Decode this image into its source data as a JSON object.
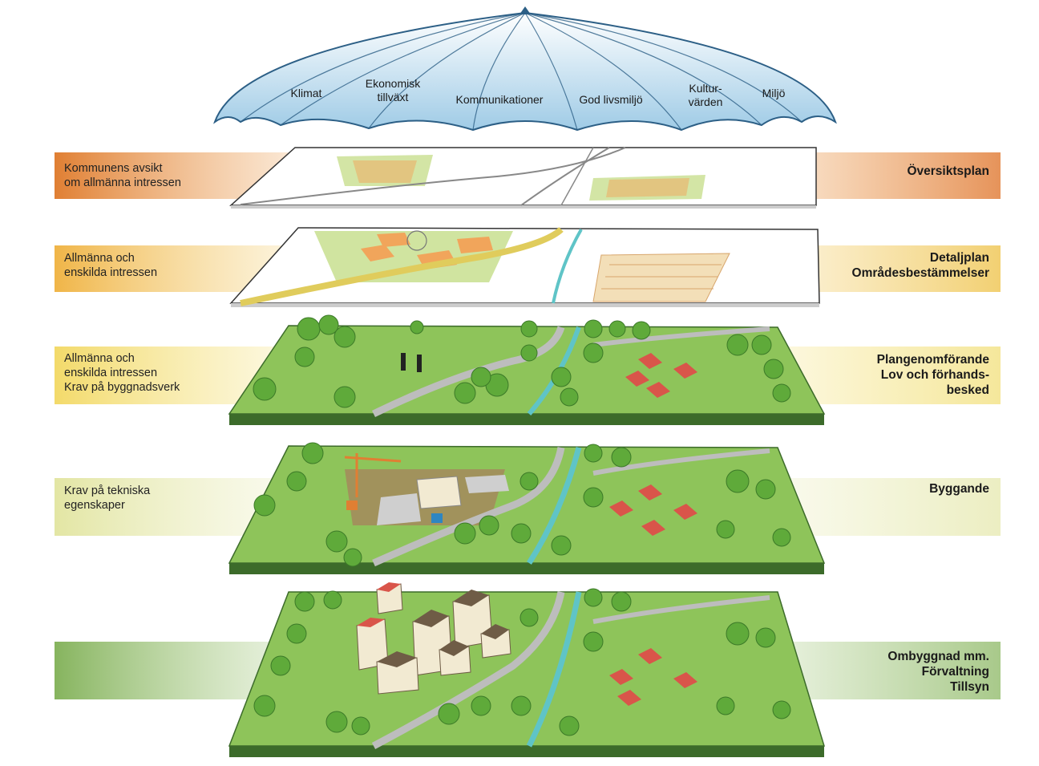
{
  "umbrella": {
    "labels": [
      {
        "id": "klimat",
        "text": "Klimat"
      },
      {
        "id": "ekonomisk-tillvaxt",
        "text": "Ekonomisk\ntillväxt"
      },
      {
        "id": "kommunikationer",
        "text": "Kommunikationer"
      },
      {
        "id": "god-livsmiljo",
        "text": "God livsmiljö"
      },
      {
        "id": "kulturvarden",
        "text": "Kultur-\nvärden"
      },
      {
        "id": "miljo",
        "text": "Miljö"
      }
    ]
  },
  "layers": [
    {
      "left_text": "Kommunens avsikt\nom allmänna intressen",
      "right_text": "Översiktsplan",
      "color": "#e48a3e"
    },
    {
      "left_text": "Allmänna och\nenskilda intressen",
      "right_text": "Detaljplan\nOmrådesbestämmelser",
      "color": "#eeb14a"
    },
    {
      "left_text": "Allmänna och\nenskilda intressen\nKrav på byggnadsverk",
      "right_text": "Plangenomförande\nLov och förhands-\nbesked",
      "color": "#f1d768"
    },
    {
      "left_text": "Krav på tekniska\negenskaper",
      "right_text": "Byggande",
      "color": "#e4e6a8"
    },
    {
      "left_text": "",
      "right_text": "Ombyggnad mm.\nFörvaltning\nTillsyn",
      "color": "#8db866"
    }
  ],
  "colors": {
    "umbrella_light": "#e8f4fb",
    "umbrella_dark": "#6fb1d9",
    "grass": "#8ec45a",
    "grass_edge": "#3c6b2a",
    "tree": "#5faa3a",
    "road": "#bdbdbd",
    "river": "#5fc4c7",
    "roof": "#d9554a",
    "wall": "#f2ead2",
    "plan_orange": "#f1a55b",
    "plan_yellow": "#f1e394",
    "plan_green": "#c8df8f"
  }
}
